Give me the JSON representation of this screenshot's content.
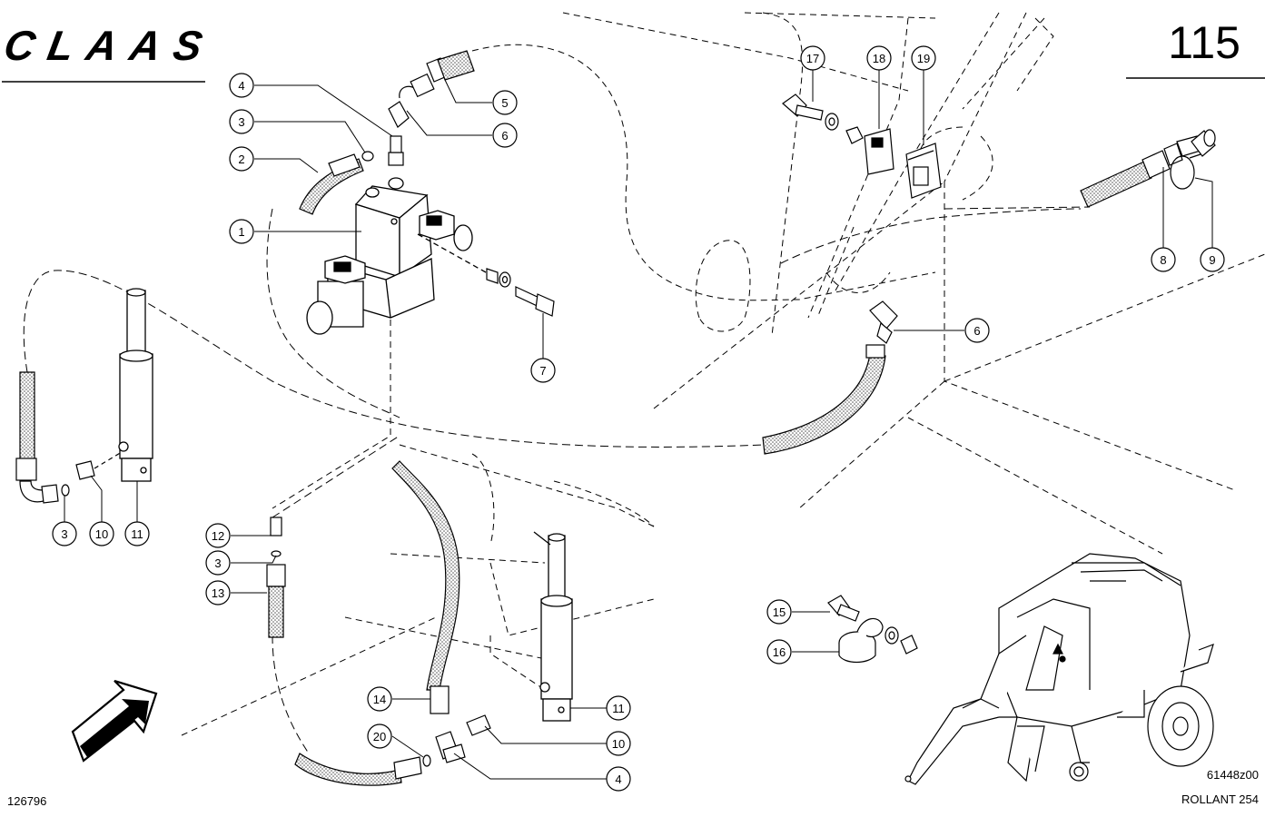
{
  "header": {
    "brand": "CLAAS",
    "page_number": "115"
  },
  "footer": {
    "drawing_number": "126796",
    "figure_code": "61448z00",
    "model": "ROLLANT 254"
  },
  "callouts": [
    {
      "id": "c1",
      "label": "1"
    },
    {
      "id": "c2",
      "label": "2"
    },
    {
      "id": "c3a",
      "label": "3"
    },
    {
      "id": "c4a",
      "label": "4"
    },
    {
      "id": "c5",
      "label": "5"
    },
    {
      "id": "c6a",
      "label": "6"
    },
    {
      "id": "c7",
      "label": "7"
    },
    {
      "id": "c17",
      "label": "17"
    },
    {
      "id": "c18",
      "label": "18"
    },
    {
      "id": "c19",
      "label": "19"
    },
    {
      "id": "c8",
      "label": "8"
    },
    {
      "id": "c9",
      "label": "9"
    },
    {
      "id": "c6b",
      "label": "6"
    },
    {
      "id": "c3b",
      "label": "3"
    },
    {
      "id": "c10a",
      "label": "10"
    },
    {
      "id": "c11a",
      "label": "11"
    },
    {
      "id": "c12",
      "label": "12"
    },
    {
      "id": "c3c",
      "label": "3"
    },
    {
      "id": "c13",
      "label": "13"
    },
    {
      "id": "c14",
      "label": "14"
    },
    {
      "id": "c20",
      "label": "20"
    },
    {
      "id": "c11b",
      "label": "11"
    },
    {
      "id": "c10b",
      "label": "10"
    },
    {
      "id": "c4b",
      "label": "4"
    },
    {
      "id": "c15",
      "label": "15"
    },
    {
      "id": "c16",
      "label": "16"
    }
  ]
}
